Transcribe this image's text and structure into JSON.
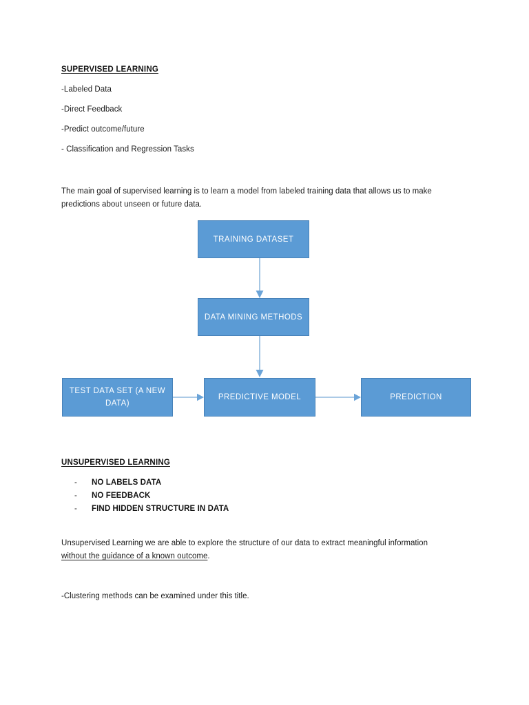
{
  "document": {
    "supervised": {
      "heading": "SUPERVISED LEARNING",
      "bullets": [
        "-Labeled Data",
        "-Direct Feedback",
        "-Predict outcome/future",
        "- Classification and Regression Tasks"
      ],
      "paragraph": "The main goal of supervised learning is to learn a model from labeled training data that allows us to make predictions about unseen or future data."
    },
    "unsupervised": {
      "heading": "UNSUPERVISED LEARNING",
      "bullet_marker": "-",
      "bullets": [
        "NO LABELS DATA",
        "NO FEEDBACK",
        "FIND HIDDEN STRUCTURE IN DATA"
      ],
      "paragraph_lead": "Unsupervised Learning we are able to explore the structure of our data to extract meaningful information ",
      "paragraph_underlined": "without the guidance of a known outcome",
      "paragraph_tail": ".",
      "closing_line": "-Clustering methods can be examined under this title."
    }
  },
  "diagram": {
    "colors": {
      "box_fill": "#5b9bd5",
      "box_border": "#4781b8",
      "box_text": "#ffffff",
      "arrow": "#8fb9de"
    },
    "boxes": {
      "training_dataset": "TRAINING DATASET",
      "data_mining_methods": "DATA MINING METHODS",
      "test_data_set": "TEST DATA SET (A NEW DATA)",
      "predictive_model": "PREDICTIVE MODEL",
      "prediction": "PREDICTION"
    }
  }
}
